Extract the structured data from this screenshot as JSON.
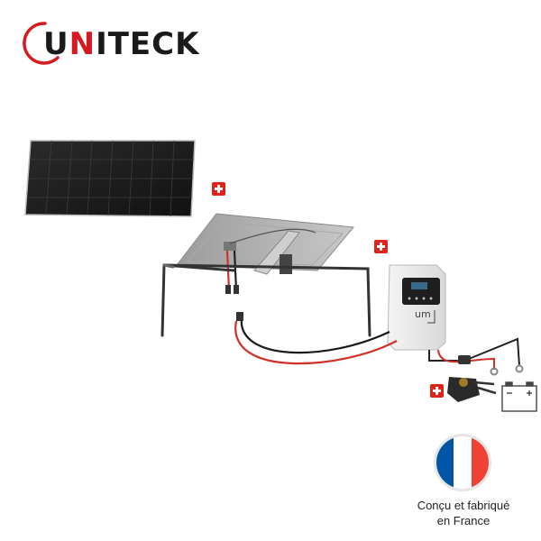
{
  "brand": {
    "prefix": "U",
    "accent": "N",
    "rest_left": "I",
    "rest": "TECK",
    "full": "UNITECK",
    "accent_color": "#d71920"
  },
  "icons": [
    "plus-badge",
    "solar-panel",
    "charge-controller",
    "battery",
    "connector-cable"
  ],
  "flag": {
    "colors": [
      "#0055a4",
      "#ffffff",
      "#ef4135"
    ]
  },
  "caption": {
    "line1": "Conçu et fabriqué",
    "line2": "en France"
  }
}
